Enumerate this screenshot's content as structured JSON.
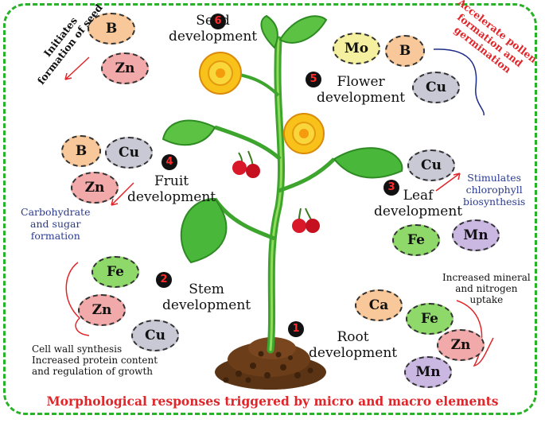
{
  "title": "Morphological responses triggered by micro and macro elements",
  "colors": {
    "frame": "#27b327",
    "badge_text": "#ff2a2a",
    "accent_red": "#e0262a",
    "note_blue": "#2a3a8c",
    "B": "#f8c89a",
    "Zn": "#f2a9a9",
    "Cu": "#c9c9d6",
    "Mo": "#f4f0a0",
    "Fe": "#8fd86a",
    "Mn": "#cbb8e2",
    "Ca": "#f8c89a"
  },
  "stages": [
    {
      "number": "1",
      "line1": "Root",
      "line2": "development"
    },
    {
      "number": "2",
      "line1": "Stem",
      "line2": "development"
    },
    {
      "number": "3",
      "line1": "Leaf",
      "line2": "development"
    },
    {
      "number": "4",
      "line1": "Fruit",
      "line2": "development"
    },
    {
      "number": "5",
      "line1": "Flower",
      "line2": "development"
    },
    {
      "number": "6",
      "line1": "Seed",
      "line2": "development"
    }
  ],
  "elements": {
    "seed": [
      "B",
      "Zn"
    ],
    "flower": [
      "Mo",
      "B",
      "Cu"
    ],
    "fruit": [
      "B",
      "Cu",
      "Zn"
    ],
    "leaf": [
      "Cu",
      "Fe",
      "Mn"
    ],
    "stem": [
      "Fe",
      "Zn",
      "Cu"
    ],
    "root": [
      "Ca",
      "Fe",
      "Zn",
      "Mn"
    ]
  },
  "notes": {
    "seed": [
      "Initiates",
      "formation of seed"
    ],
    "flower": [
      "Accelerate pollen",
      "formation and",
      "germination"
    ],
    "fruit": [
      "Carbohydrate",
      "and sugar",
      "formation"
    ],
    "leaf": [
      "Stimulates",
      "chlorophyll",
      "biosynthesis"
    ],
    "stem": [
      "Cell wall synthesis",
      "Increased  protein  content",
      "and regulation of growth"
    ],
    "root": [
      "Increased mineral",
      "and nitrogen",
      "uptake"
    ]
  }
}
